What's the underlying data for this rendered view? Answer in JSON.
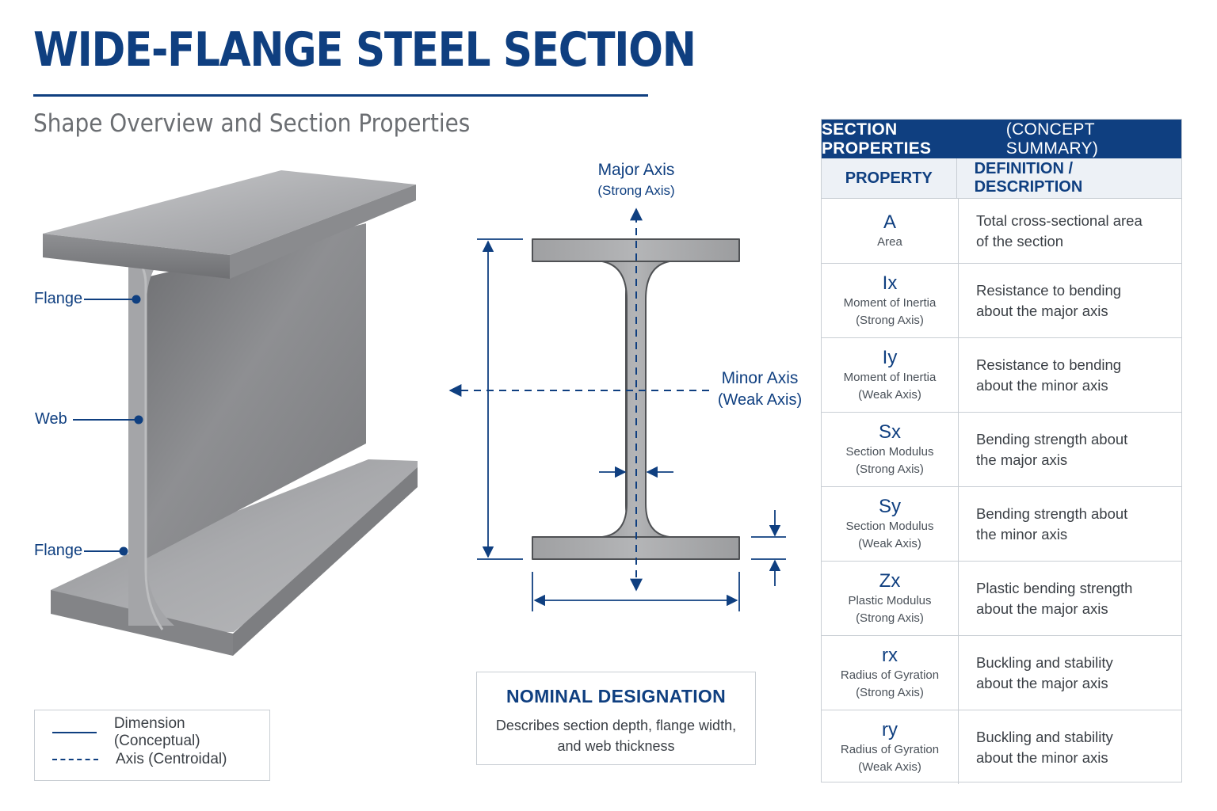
{
  "header": {
    "title": "WIDE-FLANGE STEEL SECTION",
    "subtitle": "Shape Overview and Section Properties"
  },
  "beam_labels": {
    "top_flange": "Flange",
    "web": "Web",
    "bottom_flange": "Flange"
  },
  "cross_section": {
    "major_axis": "Major Axis",
    "major_axis_sub": "(Strong Axis)",
    "minor_axis": "Minor Axis",
    "minor_axis_sub": "(Weak Axis)"
  },
  "legend": {
    "solid_label": "Dimension (Conceptual)",
    "dashed_label": "Axis (Centroidal)"
  },
  "designation": {
    "heading": "NOMINAL DESIGNATION",
    "line1": "Describes section depth, flange width,",
    "line2": "and web thickness"
  },
  "table": {
    "banner_bold": "SECTION PROPERTIES",
    "banner_rest": "(CONCEPT SUMMARY)",
    "col_property": "PROPERTY",
    "col_definition": "DEFINITION / DESCRIPTION",
    "rows": [
      {
        "symbol": "A",
        "name1": "Area",
        "name2": "",
        "desc1": "Total cross-sectional area",
        "desc2": "of the section"
      },
      {
        "symbol": "Ix",
        "name1": "Moment of Inertia",
        "name2": "(Strong Axis)",
        "desc1": "Resistance to bending",
        "desc2": "about the major axis"
      },
      {
        "symbol": "Iy",
        "name1": "Moment of Inertia",
        "name2": "(Weak Axis)",
        "desc1": "Resistance to bending",
        "desc2": "about the minor axis"
      },
      {
        "symbol": "Sx",
        "name1": "Section Modulus",
        "name2": "(Strong Axis)",
        "desc1": "Bending strength about",
        "desc2": "the major axis"
      },
      {
        "symbol": "Sy",
        "name1": "Section Modulus",
        "name2": "(Weak Axis)",
        "desc1": "Bending strength about",
        "desc2": "the minor axis"
      },
      {
        "symbol": "Zx",
        "name1": "Plastic Modulus",
        "name2": "(Strong Axis)",
        "desc1": "Plastic bending strength",
        "desc2": "about the major axis"
      },
      {
        "symbol": "rx",
        "name1": "Radius of Gyration",
        "name2": "(Strong Axis)",
        "desc1": "Buckling and stability",
        "desc2": "about the major axis"
      },
      {
        "symbol": "ry",
        "name1": "Radius of Gyration",
        "name2": "(Weak Axis)",
        "desc1": "Buckling and stability",
        "desc2": "about the minor axis"
      }
    ]
  },
  "colors": {
    "brand_blue": "#0f3f80",
    "steel": "#9a9b9d",
    "table_header_bg": "#edf1f6",
    "border": "#c9ced4"
  }
}
